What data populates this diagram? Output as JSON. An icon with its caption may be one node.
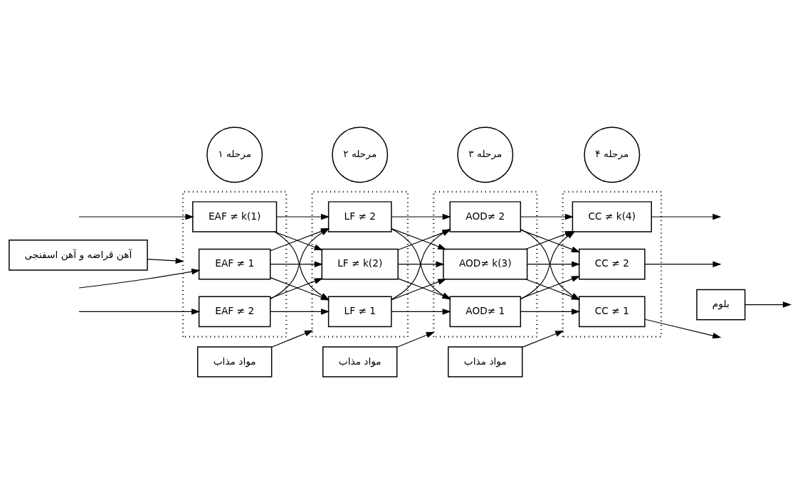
{
  "diagram": {
    "nodes": [
      {
        "text": [
          "آهن قراضه و آهن اسفنجی"
        ]
      },
      {
        "text": [
          "مواد مذاب"
        ]
      },
      {
        "text": [
          "مواد مذاب"
        ]
      },
      {
        "text": [
          "مواد مذاب"
        ]
      },
      {
        "text": [
          "بلوم"
        ]
      },
      {
        "text": [],
        "shape": "box"
      },
      {
        "text": [
          "EAF ≠ 1"
        ],
        "in": 5
      },
      {
        "text": [
          "EAF ≠ 2"
        ],
        "in": 5
      },
      {
        "text": [
          "EAF ≠ k(1)"
        ],
        "in": 5
      },
      {
        "text": [],
        "shape": "box"
      },
      {
        "text": [
          "LF ≠ 1"
        ],
        "in": 9
      },
      {
        "text": [
          "LF ≠ 2"
        ],
        "in": 9
      },
      {
        "text": [
          "LF ≠ k(2)"
        ],
        "in": 9
      },
      {
        "text": [],
        "shape": "box"
      },
      {
        "text": [
          "AOD≠ 1"
        ],
        "in": 13
      },
      {
        "text": [
          "AOD≠ 2"
        ],
        "in": 13
      },
      {
        "text": [
          "AOD≠ k(3)"
        ],
        "in": 13
      },
      {
        "text": [],
        "shape": "box"
      },
      {
        "text": [
          "CC ≠ 1"
        ],
        "in": 17
      },
      {
        "text": [
          "CC ≠ 2"
        ],
        "in": 17
      },
      {
        "text": [
          "CC ≠ k(4)"
        ],
        "in": 17
      },
      {
        "text": [
          "مرحله ۱"
        ]
      },
      {
        "text": [
          "مرحله ۲"
        ]
      },
      {
        "text": [
          "مرحله ۳"
        ]
      },
      {
        "text": [
          "مرحله ۴"
        ]
      }
    ],
    "edges": [
      {
        "from": 0,
        "to": 5,
        "arrow": "to"
      },
      {
        "from": 1,
        "to": 9,
        "arrow": "to"
      },
      {
        "from": 2,
        "to": 13,
        "arrow": "to"
      },
      {
        "from": 3,
        "to": 17,
        "arrow": "to"
      },
      {
        "from": 4,
        "to": null,
        "arrow": "to"
      },
      {
        "from": null,
        "to": 6,
        "arrow": "to"
      },
      {
        "from": null,
        "to": 7,
        "arrow": "to"
      },
      {
        "from": null,
        "to": 8,
        "arrow": "to"
      },
      {
        "from": 6,
        "to": 10,
        "arrow": "to"
      },
      {
        "from": 6,
        "to": 11,
        "arrow": "to"
      },
      {
        "from": 6,
        "to": 12,
        "arrow": "to"
      },
      {
        "from": 7,
        "to": 10,
        "arrow": "to"
      },
      {
        "from": 7,
        "to": 11,
        "arrow": "to"
      },
      {
        "from": 7,
        "to": 12,
        "arrow": "to"
      },
      {
        "from": 8,
        "to": 10,
        "arrow": "to"
      },
      {
        "from": 8,
        "to": 11,
        "arrow": "to"
      },
      {
        "from": 8,
        "to": 12,
        "arrow": "to"
      },
      {
        "from": 10,
        "to": 14,
        "arrow": "to"
      },
      {
        "from": 10,
        "to": 15,
        "arrow": "to"
      },
      {
        "from": 10,
        "to": 16,
        "arrow": "to"
      },
      {
        "from": 11,
        "to": 14,
        "arrow": "to"
      },
      {
        "from": 11,
        "to": 15,
        "arrow": "to"
      },
      {
        "from": 11,
        "to": 16,
        "arrow": "to"
      },
      {
        "from": 12,
        "to": 14,
        "arrow": "to"
      },
      {
        "from": 12,
        "to": 15,
        "arrow": "to"
      },
      {
        "from": 12,
        "to": 16,
        "arrow": "to"
      },
      {
        "from": 14,
        "to": 18,
        "arrow": "to"
      },
      {
        "from": 14,
        "to": 19,
        "arrow": "to"
      },
      {
        "from": 14,
        "to": 20,
        "arrow": "to"
      },
      {
        "from": 15,
        "to": 18,
        "arrow": "to"
      },
      {
        "from": 15,
        "to": 19,
        "arrow": "to"
      },
      {
        "from": 15,
        "to": 20,
        "arrow": "to"
      },
      {
        "from": 16,
        "to": 18,
        "arrow": "to"
      },
      {
        "from": 16,
        "to": 19,
        "arrow": "to"
      },
      {
        "from": 16,
        "to": 20,
        "arrow": "to"
      },
      {
        "from": 18,
        "to": null,
        "arrow": "to"
      },
      {
        "from": 19,
        "to": null,
        "arrow": "to"
      },
      {
        "from": 20,
        "to": null,
        "arrow": "to"
      }
    ]
  }
}
